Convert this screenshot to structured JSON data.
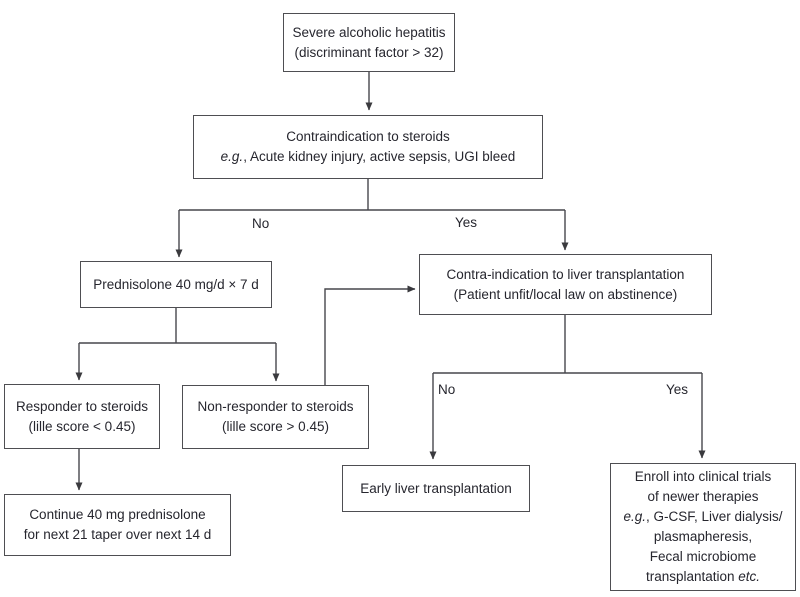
{
  "nodes": {
    "severe_hepatitis": {
      "line1": "Severe alcoholic hepatitis",
      "line2": "(discriminant factor > 32)"
    },
    "contraindication_steroids": {
      "line1": "Contraindication to steroids",
      "line2_italic": "e.g.",
      "line2_rest": ", Acute kidney injury, active sepsis, UGI bleed"
    },
    "prednisolone": {
      "line1": "Prednisolone 40 mg/d × 7 d"
    },
    "contraindication_transplant": {
      "line1": "Contra-indication to liver transplantation",
      "line2": "(Patient unfit/local law on abstinence)"
    },
    "responder": {
      "line1": "Responder to steroids",
      "line2": "(lille score < 0.45)"
    },
    "non_responder": {
      "line1": "Non-responder to steroids",
      "line2": "(lille score > 0.45)"
    },
    "continue_prednisolone": {
      "line1": "Continue 40 mg prednisolone",
      "line2": "for next 21 taper over next 14 d"
    },
    "early_transplant": {
      "line1": "Early liver transplantation"
    },
    "enroll_trials": {
      "line1": "Enroll into clinical trials",
      "line2": "of newer therapies",
      "line3_italic": "e.g.",
      "line3_rest": ", G-CSF, Liver dialysis/",
      "line4": "plasmapheresis,",
      "line5": "Fecal microbiome",
      "line6_pre": "transplantation ",
      "line6_italic": "etc."
    }
  },
  "branch_labels": {
    "steroid_no": "No",
    "steroid_yes": "Yes",
    "transplant_no": "No",
    "transplant_yes": "Yes"
  },
  "colors": {
    "box_border": "#4e4e52",
    "line": "#47474c",
    "text": "#26262e",
    "background": "#ffffff"
  }
}
